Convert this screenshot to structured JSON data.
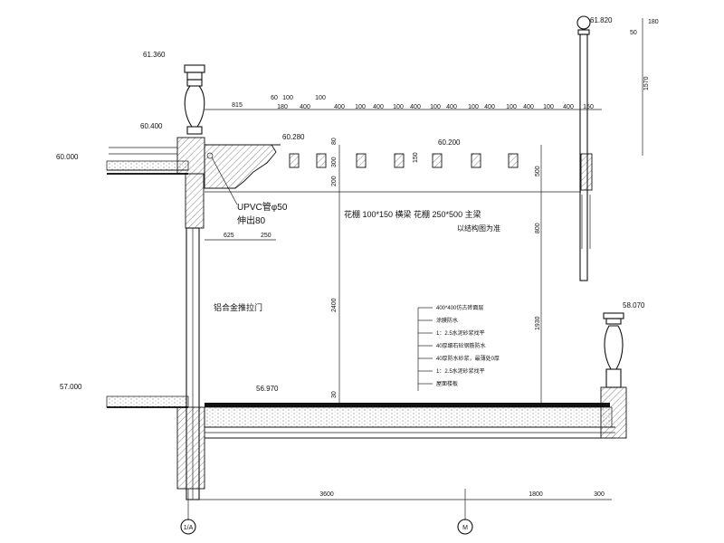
{
  "elevations": {
    "top_post": "61.820",
    "left_post": "61.360",
    "parapet": "60.400",
    "slab_top": "60.280",
    "left_floor": "60.000",
    "trellis_top": "60.200",
    "right_post": "58.070",
    "lower_floor": "57.000",
    "terrace": "56.970"
  },
  "top_dims": [
    "815",
    "60",
    "100",
    "180",
    "400",
    "100",
    "400",
    "100",
    "400",
    "100",
    "400",
    "100",
    "400",
    "100",
    "400",
    "100",
    "400",
    "100",
    "400",
    "150"
  ],
  "right_dims": {
    "d180": "180",
    "d50": "50",
    "d1570": "1570",
    "d500": "500",
    "d800": "800",
    "d1930": "1930"
  },
  "mid_dims": {
    "d80": "80",
    "d300": "300",
    "d200": "200",
    "d150": "150",
    "d2400": "2400",
    "d30": "30",
    "d625": "625",
    "d250": "250"
  },
  "bottom_dims": [
    "3600",
    "1800",
    "300"
  ],
  "labels": {
    "pipe": "UPVC管φ50",
    "pipe_extend": "伸出80",
    "trellis_text": "花棚 100*150 横梁  花棚 250*500 主梁",
    "structure_note": "以结构图为准",
    "door": "铝合金推拉门"
  },
  "layers": [
    "400*400仿古砖面层",
    "涂膜防水",
    "1：2.5水泥砂浆找平",
    "40厚细石砼钢筋防水",
    "40厚防水砂浆，最薄处0厚",
    "1：2.5水泥砂浆找平",
    "屋面楼板"
  ],
  "axes": {
    "left": "1/A",
    "right": "M"
  }
}
